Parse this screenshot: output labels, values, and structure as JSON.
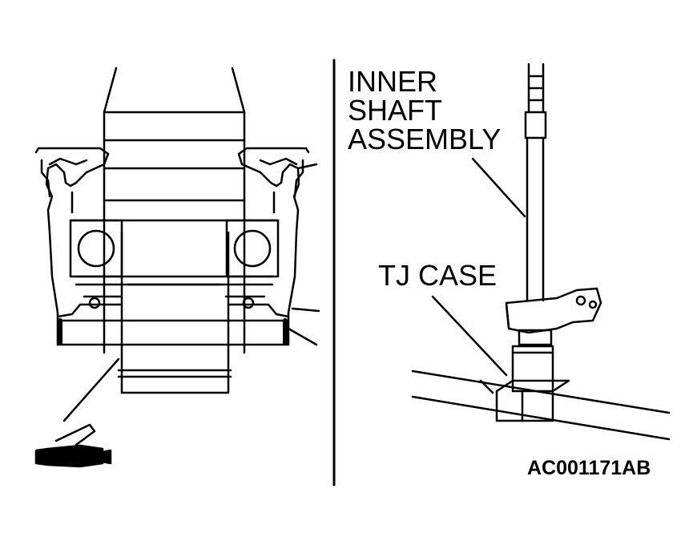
{
  "labels": {
    "inner_shaft_line1": "INNER",
    "inner_shaft_line2": "SHAFT",
    "inner_shaft_line3": "ASSEMBLY",
    "tj_case": "TJ CASE",
    "figure_code": "AC001171AB"
  },
  "icons": {
    "grease": "grease-tube-icon"
  },
  "colors": {
    "ink": "#000000",
    "paper": "#ffffff"
  }
}
